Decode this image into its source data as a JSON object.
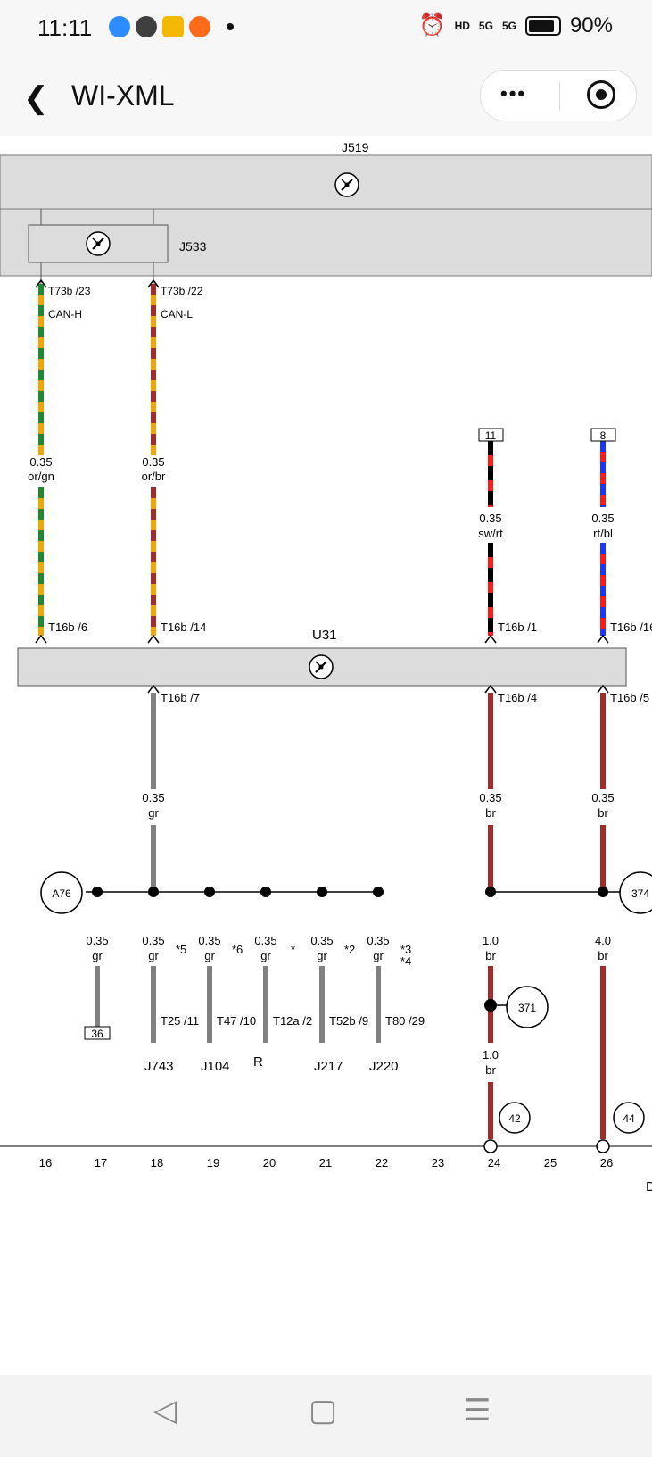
{
  "status_bar": {
    "time": "11:11",
    "battery": "90%",
    "signal_1": "5G",
    "signal_2": "5G",
    "hd": "HD"
  },
  "header": {
    "back_icon": "chevron-left",
    "title": "WI-XML",
    "more_label": "•••"
  },
  "diagram": {
    "component_labels": [
      "J519",
      "J533",
      "U31",
      "J743",
      "J104",
      "R",
      "J217",
      "J220"
    ],
    "wires": [
      {
        "terminal": "T73b /23",
        "signal": "CAN-H",
        "size": "0.35",
        "color_code": "or/gn",
        "connector_bottom": "T16b /6"
      },
      {
        "terminal": "T73b /22",
        "signal": "CAN-L",
        "size": "0.35",
        "color_code": "or/br",
        "connector_bottom": "T16b /14"
      },
      {
        "box": "11",
        "size": "0.35",
        "color_code": "sw/rt",
        "connector_bottom": "T16b /1"
      },
      {
        "box": "8",
        "size": "0.35",
        "color_code": "rt/bl",
        "connector_bottom": "T16b /16"
      }
    ],
    "lower_wires": [
      {
        "connector": "T16b /7",
        "size": "0.35",
        "color_code": "gr"
      },
      {
        "connector": "T16b /4",
        "size": "0.35",
        "color_code": "br"
      },
      {
        "connector": "T16b /5",
        "size": "0.35",
        "color_code": "br"
      }
    ],
    "branches": [
      {
        "size": "0.35",
        "color_code": "gr",
        "end": "36"
      },
      {
        "size": "0.35",
        "color_code": "gr",
        "note": "*5",
        "connector": "T25 /11",
        "target": "J743"
      },
      {
        "size": "0.35",
        "color_code": "gr",
        "note": "*6",
        "connector": "T47 /10",
        "target": "J104"
      },
      {
        "size": "0.35",
        "color_code": "gr",
        "note": "*",
        "connector": "T12a /2",
        "target": "R"
      },
      {
        "size": "0.35",
        "color_code": "gr",
        "note": "*2",
        "connector": "T52b /9",
        "target": "J217"
      },
      {
        "size": "0.35",
        "color_code": "gr",
        "note": "*3\n*4",
        "connector": "T80 /29",
        "target": "J220"
      }
    ],
    "circles": [
      "A76",
      "374",
      "371",
      "42",
      "44"
    ],
    "ground_wires": [
      {
        "size": "1.0",
        "color_code": "br"
      },
      {
        "size": "1.0",
        "color_code": "br"
      },
      {
        "size": "4.0",
        "color_code": "br"
      }
    ],
    "grid_numbers": [
      "16",
      "17",
      "18",
      "19",
      "20",
      "21",
      "22",
      "23",
      "24",
      "25",
      "26"
    ],
    "edge_fragment": "D"
  },
  "colors": {
    "orange": "#f5a500",
    "green": "#1f8a2b",
    "brown": "#a52a2a",
    "black": "#000000",
    "red": "#ff1a1a",
    "blue": "#1c36ff",
    "gray": "#808080"
  }
}
